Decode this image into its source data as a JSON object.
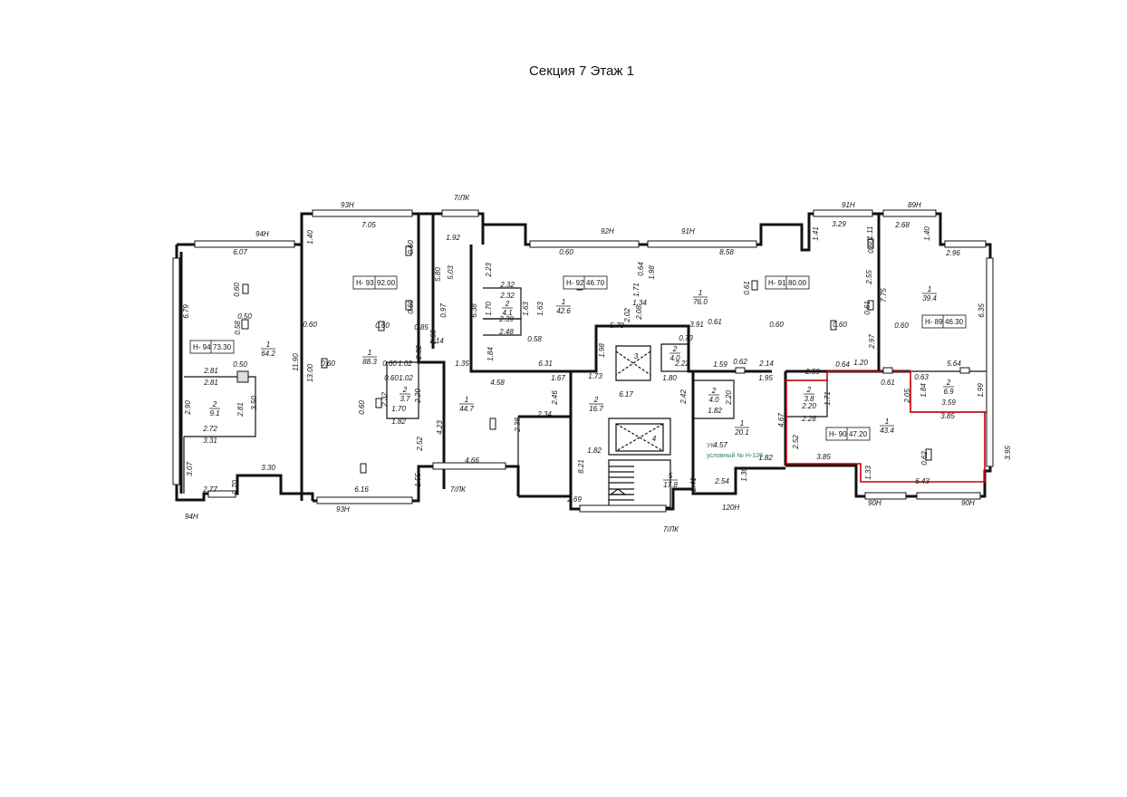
{
  "title": "Секция 7 Этаж 1",
  "highlight_color": "#cc0000",
  "uk_color": "#2e7d6b",
  "uk_label": "УК",
  "uk_sub": "условный № Н-120",
  "units": [
    {
      "id": "Н- 93",
      "area": "92.00"
    },
    {
      "id": "Н- 92",
      "area": "46.70"
    },
    {
      "id": "Н- 91",
      "area": "80.00"
    },
    {
      "id": "Н- 89",
      "area": "46.30"
    },
    {
      "id": "Н- 94",
      "area": "73.30"
    },
    {
      "id": "Н- 90",
      "area": "47.20"
    }
  ],
  "rooms": [
    {
      "num": "1",
      "area": "64.2"
    },
    {
      "num": "2",
      "area": "9.1"
    },
    {
      "num": "1",
      "area": "88.3"
    },
    {
      "num": "2",
      "area": "3.7"
    },
    {
      "num": "1",
      "area": "44.7"
    },
    {
      "num": "1",
      "area": "42.6"
    },
    {
      "num": "2",
      "area": "4.1"
    },
    {
      "num": "2",
      "area": "16.7"
    },
    {
      "num": "1",
      "area": "76.0"
    },
    {
      "num": "2",
      "area": "4.0"
    },
    {
      "num": "2",
      "area": "4.0"
    },
    {
      "num": "1",
      "area": "20.1"
    },
    {
      "num": "5",
      "area": "17.8"
    },
    {
      "num": "1",
      "area": "39.4"
    },
    {
      "num": "2",
      "area": "3.8"
    },
    {
      "num": "2",
      "area": "6.9"
    },
    {
      "num": "1",
      "area": "43.4"
    },
    {
      "num": "3",
      "area": ""
    },
    {
      "num": "4",
      "area": ""
    }
  ],
  "tags": [
    "94Н",
    "93Н",
    "7/ЛК",
    "92Н",
    "91Н",
    "91Н",
    "89Н",
    "94Н",
    "93Н",
    "7/ЛК",
    "7/ЛК",
    "120Н",
    "90Н",
    "90Н"
  ],
  "dims": [
    "6.07",
    "6.79",
    "0.60",
    "0.58",
    "0.50",
    "11.90",
    "0.50",
    "2.81",
    "2.81",
    "2.90",
    "2.81",
    "3.50",
    "2.72",
    "3.31",
    "3.07",
    "2.77",
    "0.70",
    "3.30",
    "1.40",
    "7.05",
    "0.60",
    "5.80",
    "0.60",
    "13.00",
    "0.60",
    "0.60",
    "0.60",
    "0.85",
    "1.14",
    "2.02",
    "0.60",
    "1.02",
    "0.60",
    "1.02",
    "2.32",
    "2.20",
    "1.70",
    "0.60",
    "1.82",
    "4.23",
    "2.52",
    "6.16",
    "1.55",
    "1.92",
    "5.03",
    "0.97",
    "6.38",
    "2.60",
    "1.35",
    "4.58",
    "2.38",
    "4.66",
    "2.23",
    "2.32",
    "2.32",
    "1.70",
    "1.63",
    "1.63",
    "2.39",
    "2.48",
    "0.58",
    "1.84",
    "6.31",
    "1.67",
    "2.46",
    "2.34",
    "8.21",
    "1.82",
    "2.69",
    "0.60",
    "0.64",
    "1.98",
    "1.71",
    "1.34",
    "2.02",
    "2.08",
    "5.78",
    "1.98",
    "1.73",
    "6.17",
    "3.91",
    "0.61",
    "0.73",
    "2.22",
    "1.80",
    "2.42",
    "1.82",
    "2.20",
    "1.59",
    "0.62",
    "2.14",
    "1.95",
    "4.67",
    "4.57",
    "1.82",
    "1.30",
    "2.54",
    "2.41",
    "8.58",
    "0.61",
    "0.60",
    "0.60",
    "1.41",
    "3.29",
    "1.11",
    "0.60",
    "2.55",
    "0.61",
    "7.75",
    "2.97",
    "2.59",
    "0.64",
    "1.20",
    "2.68",
    "1.40",
    "2.96",
    "6.35",
    "0.60",
    "5.64",
    "0.63",
    "1.84",
    "2.05",
    "0.61",
    "1.71",
    "2.20",
    "2.28",
    "1.99",
    "3.59",
    "3.85",
    "2.52",
    "3.85",
    "3.95",
    "0.62",
    "1.33",
    "6.43"
  ]
}
